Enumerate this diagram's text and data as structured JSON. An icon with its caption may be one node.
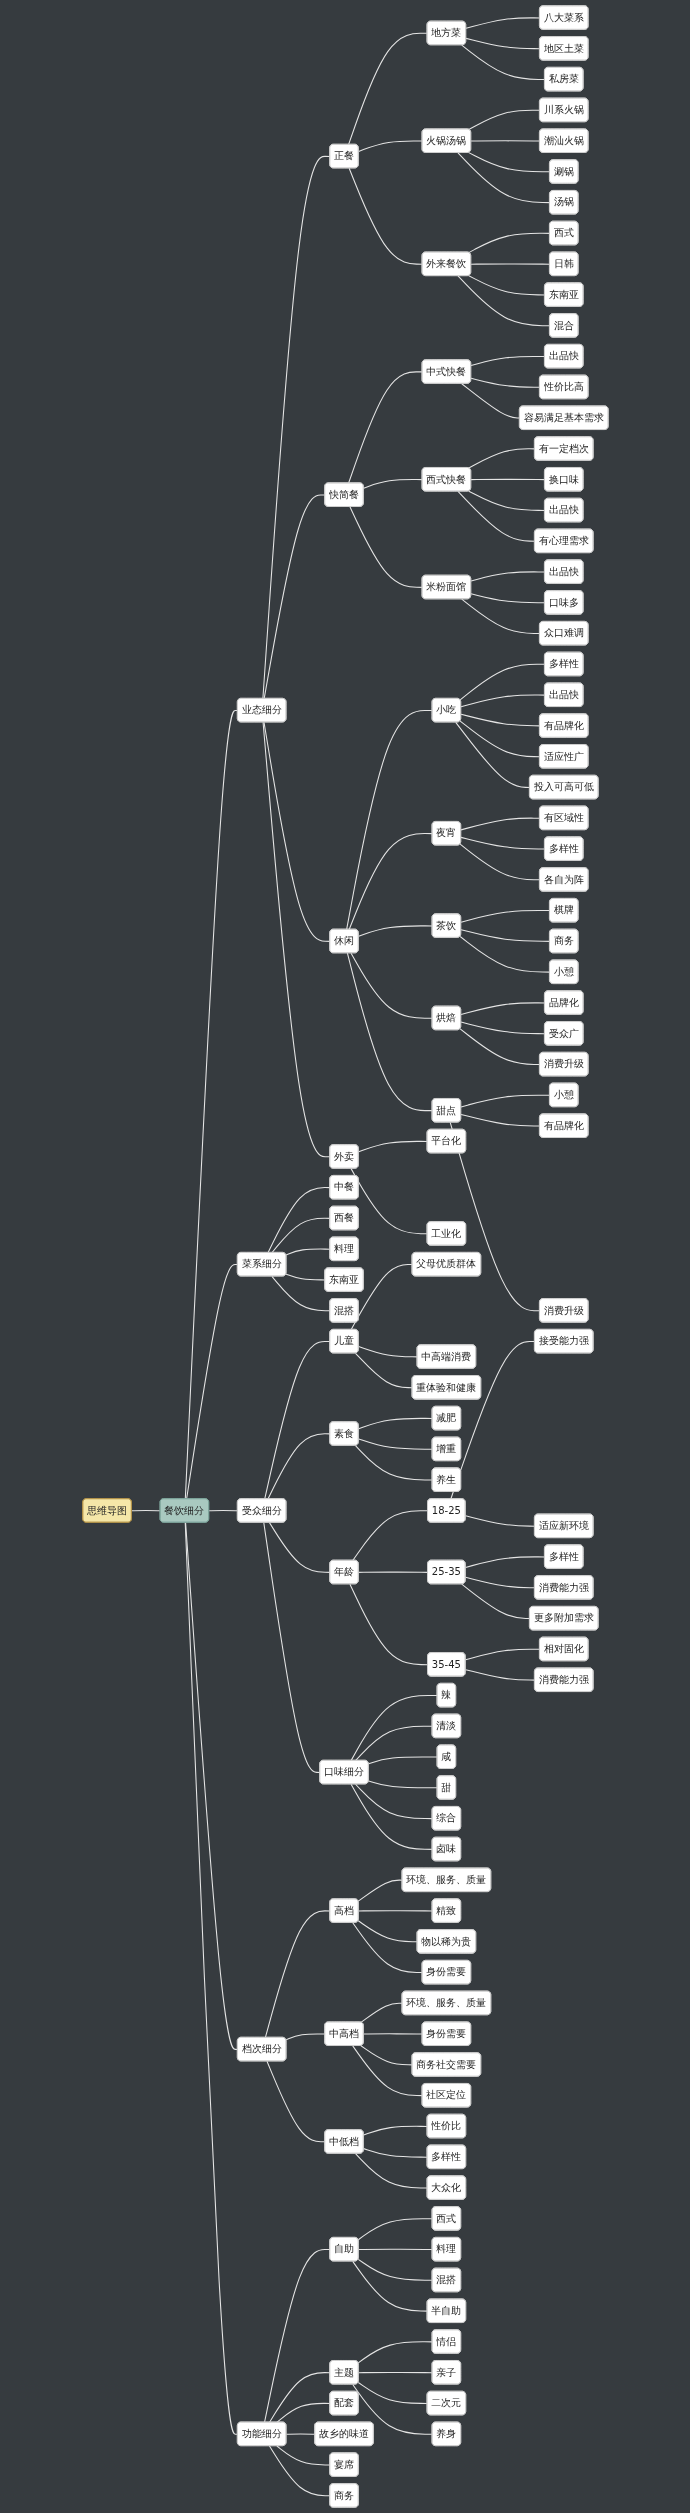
{
  "diagram": {
    "nodes": [
      {
        "text": [
          "思维导图"
        ]
      },
      {
        "text": [
          "餐饮细分"
        ]
      },
      {
        "text": [
          "业态细分"
        ]
      },
      {
        "text": [
          "正餐"
        ]
      },
      {
        "text": [
          "地方菜"
        ]
      },
      {
        "text": [
          "八大菜系"
        ]
      },
      {
        "text": [
          "地区土菜"
        ]
      },
      {
        "text": [
          "私房菜"
        ]
      },
      {
        "text": [
          "火锅汤锅"
        ]
      },
      {
        "text": [
          "川系火锅"
        ]
      },
      {
        "text": [
          "潮汕火锅"
        ]
      },
      {
        "text": [
          "涮锅"
        ]
      },
      {
        "text": [
          "汤锅"
        ]
      },
      {
        "text": [
          "外来餐饮"
        ]
      },
      {
        "text": [
          "西式"
        ]
      },
      {
        "text": [
          "日韩"
        ]
      },
      {
        "text": [
          "东南亚"
        ]
      },
      {
        "text": [
          "混合"
        ]
      },
      {
        "text": [
          "快简餐"
        ]
      },
      {
        "text": [
          "中式快餐"
        ]
      },
      {
        "text": [
          "出品快"
        ]
      },
      {
        "text": [
          "性价比高"
        ]
      },
      {
        "text": [
          "容易满足基本需求"
        ]
      },
      {
        "text": [
          "西式快餐"
        ]
      },
      {
        "text": [
          "有一定档次"
        ]
      },
      {
        "text": [
          "换口味"
        ]
      },
      {
        "text": [
          "出品快"
        ]
      },
      {
        "text": [
          "有心理需求"
        ]
      },
      {
        "text": [
          "米粉面馆"
        ]
      },
      {
        "text": [
          "出品快"
        ]
      },
      {
        "text": [
          "口味多"
        ]
      },
      {
        "text": [
          "众口难调"
        ]
      },
      {
        "text": [
          "休闲"
        ]
      },
      {
        "text": [
          "小吃"
        ]
      },
      {
        "text": [
          "多样性"
        ]
      },
      {
        "text": [
          "出品快"
        ]
      },
      {
        "text": [
          "有品牌化"
        ]
      },
      {
        "text": [
          "适应性广"
        ]
      },
      {
        "text": [
          "投入可高可低"
        ]
      },
      {
        "text": [
          "夜宵"
        ]
      },
      {
        "text": [
          "有区域性"
        ]
      },
      {
        "text": [
          "多样性"
        ]
      },
      {
        "text": [
          "各自为阵"
        ]
      },
      {
        "text": [
          "茶饮"
        ]
      },
      {
        "text": [
          "棋牌"
        ]
      },
      {
        "text": [
          "商务"
        ]
      },
      {
        "text": [
          "小憩"
        ]
      },
      {
        "text": [
          "烘焙"
        ]
      },
      {
        "text": [
          "品牌化"
        ]
      },
      {
        "text": [
          "受众广"
        ]
      },
      {
        "text": [
          "消费升级"
        ]
      },
      {
        "text": [
          "甜点"
        ]
      },
      {
        "text": [
          "小憩"
        ]
      },
      {
        "text": [
          "有品牌化"
        ]
      },
      {
        "text": [
          "消费升级"
        ]
      },
      {
        "text": [
          "外卖"
        ]
      },
      {
        "text": [
          "平台化"
        ]
      },
      {
        "text": [
          "工业化"
        ]
      },
      {
        "text": [
          "菜系细分"
        ]
      },
      {
        "text": [
          "中餐"
        ]
      },
      {
        "text": [
          "西餐"
        ]
      },
      {
        "text": [
          "料理"
        ]
      },
      {
        "text": [
          "东南亚"
        ]
      },
      {
        "text": [
          "混搭"
        ]
      },
      {
        "text": [
          "受众细分"
        ]
      },
      {
        "text": [
          "儿童"
        ]
      },
      {
        "text": [
          "父母优质群体"
        ]
      },
      {
        "text": [
          "中高端消费"
        ]
      },
      {
        "text": [
          "重体验和健康"
        ]
      },
      {
        "text": [
          "素食"
        ]
      },
      {
        "text": [
          "减肥"
        ]
      },
      {
        "text": [
          "增重"
        ]
      },
      {
        "text": [
          "养生"
        ]
      },
      {
        "text": [
          "年龄"
        ]
      },
      {
        "text": [
          "18-25"
        ]
      },
      {
        "text": [
          "接受能力强"
        ]
      },
      {
        "text": [
          "适应新环境"
        ]
      },
      {
        "text": [
          "25-35"
        ]
      },
      {
        "text": [
          "多样性"
        ]
      },
      {
        "text": [
          "消费能力强"
        ]
      },
      {
        "text": [
          "更多附加需求"
        ]
      },
      {
        "text": [
          "35-45"
        ]
      },
      {
        "text": [
          "相对固化"
        ]
      },
      {
        "text": [
          "消费能力强"
        ]
      },
      {
        "text": [
          "口味细分"
        ]
      },
      {
        "text": [
          "辣"
        ]
      },
      {
        "text": [
          "清淡"
        ]
      },
      {
        "text": [
          "咸"
        ]
      },
      {
        "text": [
          "甜"
        ]
      },
      {
        "text": [
          "综合"
        ]
      },
      {
        "text": [
          "卤味"
        ]
      },
      {
        "text": [
          "档次细分"
        ]
      },
      {
        "text": [
          "高档"
        ]
      },
      {
        "text": [
          "环境、服务、质量"
        ]
      },
      {
        "text": [
          "精致"
        ]
      },
      {
        "text": [
          "物以稀为贵"
        ]
      },
      {
        "text": [
          "身份需要"
        ]
      },
      {
        "text": [
          "中高档"
        ]
      },
      {
        "text": [
          "环境、服务、质量"
        ]
      },
      {
        "text": [
          "身份需要"
        ]
      },
      {
        "text": [
          "商务社交需要"
        ]
      },
      {
        "text": [
          "社区定位"
        ]
      },
      {
        "text": [
          "中低档"
        ]
      },
      {
        "text": [
          "性价比"
        ]
      },
      {
        "text": [
          "多样性"
        ]
      },
      {
        "text": [
          "大众化"
        ]
      },
      {
        "text": [
          "功能细分"
        ]
      },
      {
        "text": [
          "自助"
        ]
      },
      {
        "text": [
          "西式"
        ]
      },
      {
        "text": [
          "料理"
        ]
      },
      {
        "text": [
          "混搭"
        ]
      },
      {
        "text": [
          "半自助"
        ]
      },
      {
        "text": [
          "主题"
        ]
      },
      {
        "text": [
          "情侣"
        ]
      },
      {
        "text": [
          "亲子"
        ]
      },
      {
        "text": [
          "二次元"
        ]
      },
      {
        "text": [
          "养身"
        ]
      },
      {
        "text": [
          "配套"
        ]
      },
      {
        "text": [
          "故乡的味道"
        ]
      },
      {
        "text": [
          "宴席"
        ]
      },
      {
        "text": [
          "商务"
        ]
      }
    ],
    "edges": [
      {
        "from": 0,
        "to": 1,
        "arrow": "none"
      },
      {
        "from": 1,
        "to": 2,
        "arrow": "none"
      },
      {
        "from": 2,
        "to": 3,
        "arrow": "none"
      },
      {
        "from": 3,
        "to": 4,
        "arrow": "none"
      },
      {
        "from": 4,
        "to": 5,
        "arrow": "none"
      },
      {
        "from": 4,
        "to": 6,
        "arrow": "none"
      },
      {
        "from": 4,
        "to": 7,
        "arrow": "none"
      },
      {
        "from": 3,
        "to": 8,
        "arrow": "none"
      },
      {
        "from": 8,
        "to": 9,
        "arrow": "none"
      },
      {
        "from": 8,
        "to": 10,
        "arrow": "none"
      },
      {
        "from": 8,
        "to": 11,
        "arrow": "none"
      },
      {
        "from": 8,
        "to": 12,
        "arrow": "none"
      },
      {
        "from": 3,
        "to": 13,
        "arrow": "none"
      },
      {
        "from": 13,
        "to": 14,
        "arrow": "none"
      },
      {
        "from": 13,
        "to": 15,
        "arrow": "none"
      },
      {
        "from": 13,
        "to": 16,
        "arrow": "none"
      },
      {
        "from": 13,
        "to": 17,
        "arrow": "none"
      },
      {
        "from": 2,
        "to": 18,
        "arrow": "none"
      },
      {
        "from": 18,
        "to": 19,
        "arrow": "none"
      },
      {
        "from": 19,
        "to": 20,
        "arrow": "none"
      },
      {
        "from": 19,
        "to": 21,
        "arrow": "none"
      },
      {
        "from": 19,
        "to": 22,
        "arrow": "none"
      },
      {
        "from": 18,
        "to": 23,
        "arrow": "none"
      },
      {
        "from": 23,
        "to": 24,
        "arrow": "none"
      },
      {
        "from": 23,
        "to": 25,
        "arrow": "none"
      },
      {
        "from": 23,
        "to": 26,
        "arrow": "none"
      },
      {
        "from": 23,
        "to": 27,
        "arrow": "none"
      },
      {
        "from": 18,
        "to": 28,
        "arrow": "none"
      },
      {
        "from": 28,
        "to": 29,
        "arrow": "none"
      },
      {
        "from": 28,
        "to": 30,
        "arrow": "none"
      },
      {
        "from": 28,
        "to": 31,
        "arrow": "none"
      },
      {
        "from": 2,
        "to": 32,
        "arrow": "none"
      },
      {
        "from": 32,
        "to": 33,
        "arrow": "none"
      },
      {
        "from": 33,
        "to": 34,
        "arrow": "none"
      },
      {
        "from": 33,
        "to": 35,
        "arrow": "none"
      },
      {
        "from": 33,
        "to": 36,
        "arrow": "none"
      },
      {
        "from": 33,
        "to": 37,
        "arrow": "none"
      },
      {
        "from": 33,
        "to": 38,
        "arrow": "none"
      },
      {
        "from": 32,
        "to": 39,
        "arrow": "none"
      },
      {
        "from": 39,
        "to": 40,
        "arrow": "none"
      },
      {
        "from": 39,
        "to": 41,
        "arrow": "none"
      },
      {
        "from": 39,
        "to": 42,
        "arrow": "none"
      },
      {
        "from": 32,
        "to": 43,
        "arrow": "none"
      },
      {
        "from": 43,
        "to": 44,
        "arrow": "none"
      },
      {
        "from": 43,
        "to": 45,
        "arrow": "none"
      },
      {
        "from": 43,
        "to": 46,
        "arrow": "none"
      },
      {
        "from": 32,
        "to": 47,
        "arrow": "none"
      },
      {
        "from": 47,
        "to": 48,
        "arrow": "none"
      },
      {
        "from": 47,
        "to": 49,
        "arrow": "none"
      },
      {
        "from": 47,
        "to": 50,
        "arrow": "none"
      },
      {
        "from": 32,
        "to": 51,
        "arrow": "none"
      },
      {
        "from": 51,
        "to": 52,
        "arrow": "none"
      },
      {
        "from": 51,
        "to": 53,
        "arrow": "none"
      },
      {
        "from": 51,
        "to": 54,
        "arrow": "none"
      },
      {
        "from": 2,
        "to": 55,
        "arrow": "none"
      },
      {
        "from": 55,
        "to": 56,
        "arrow": "none"
      },
      {
        "from": 55,
        "to": 57,
        "arrow": "none"
      },
      {
        "from": 1,
        "to": 58,
        "arrow": "none"
      },
      {
        "from": 58,
        "to": 59,
        "arrow": "none"
      },
      {
        "from": 58,
        "to": 60,
        "arrow": "none"
      },
      {
        "from": 58,
        "to": 61,
        "arrow": "none"
      },
      {
        "from": 58,
        "to": 62,
        "arrow": "none"
      },
      {
        "from": 58,
        "to": 63,
        "arrow": "none"
      },
      {
        "from": 1,
        "to": 64,
        "arrow": "none"
      },
      {
        "from": 64,
        "to": 65,
        "arrow": "none"
      },
      {
        "from": 65,
        "to": 66,
        "arrow": "none"
      },
      {
        "from": 65,
        "to": 67,
        "arrow": "none"
      },
      {
        "from": 65,
        "to": 68,
        "arrow": "none"
      },
      {
        "from": 64,
        "to": 69,
        "arrow": "none"
      },
      {
        "from": 69,
        "to": 70,
        "arrow": "none"
      },
      {
        "from": 69,
        "to": 71,
        "arrow": "none"
      },
      {
        "from": 69,
        "to": 72,
        "arrow": "none"
      },
      {
        "from": 64,
        "to": 73,
        "arrow": "none"
      },
      {
        "from": 73,
        "to": 74,
        "arrow": "none"
      },
      {
        "from": 74,
        "to": 75,
        "arrow": "none"
      },
      {
        "from": 74,
        "to": 76,
        "arrow": "none"
      },
      {
        "from": 73,
        "to": 77,
        "arrow": "none"
      },
      {
        "from": 77,
        "to": 78,
        "arrow": "none"
      },
      {
        "from": 77,
        "to": 79,
        "arrow": "none"
      },
      {
        "from": 77,
        "to": 80,
        "arrow": "none"
      },
      {
        "from": 73,
        "to": 81,
        "arrow": "none"
      },
      {
        "from": 81,
        "to": 82,
        "arrow": "none"
      },
      {
        "from": 81,
        "to": 83,
        "arrow": "none"
      },
      {
        "from": 64,
        "to": 84,
        "arrow": "none"
      },
      {
        "from": 84,
        "to": 85,
        "arrow": "none"
      },
      {
        "from": 84,
        "to": 86,
        "arrow": "none"
      },
      {
        "from": 84,
        "to": 87,
        "arrow": "none"
      },
      {
        "from": 84,
        "to": 88,
        "arrow": "none"
      },
      {
        "from": 84,
        "to": 89,
        "arrow": "none"
      },
      {
        "from": 84,
        "to": 90,
        "arrow": "none"
      },
      {
        "from": 1,
        "to": 91,
        "arrow": "none"
      },
      {
        "from": 91,
        "to": 92,
        "arrow": "none"
      },
      {
        "from": 92,
        "to": 93,
        "arrow": "none"
      },
      {
        "from": 92,
        "to": 94,
        "arrow": "none"
      },
      {
        "from": 92,
        "to": 95,
        "arrow": "none"
      },
      {
        "from": 92,
        "to": 96,
        "arrow": "none"
      },
      {
        "from": 91,
        "to": 97,
        "arrow": "none"
      },
      {
        "from": 97,
        "to": 98,
        "arrow": "none"
      },
      {
        "from": 97,
        "to": 99,
        "arrow": "none"
      },
      {
        "from": 97,
        "to": 100,
        "arrow": "none"
      },
      {
        "from": 97,
        "to": 101,
        "arrow": "none"
      },
      {
        "from": 91,
        "to": 102,
        "arrow": "none"
      },
      {
        "from": 102,
        "to": 103,
        "arrow": "none"
      },
      {
        "from": 102,
        "to": 104,
        "arrow": "none"
      },
      {
        "from": 102,
        "to": 105,
        "arrow": "none"
      },
      {
        "from": 1,
        "to": 106,
        "arrow": "none"
      },
      {
        "from": 106,
        "to": 107,
        "arrow": "none"
      },
      {
        "from": 107,
        "to": 108,
        "arrow": "none"
      },
      {
        "from": 107,
        "to": 109,
        "arrow": "none"
      },
      {
        "from": 107,
        "to": 110,
        "arrow": "none"
      },
      {
        "from": 107,
        "to": 111,
        "arrow": "none"
      },
      {
        "from": 106,
        "to": 112,
        "arrow": "none"
      },
      {
        "from": 112,
        "to": 113,
        "arrow": "none"
      },
      {
        "from": 112,
        "to": 114,
        "arrow": "none"
      },
      {
        "from": 112,
        "to": 115,
        "arrow": "none"
      },
      {
        "from": 112,
        "to": 116,
        "arrow": "none"
      },
      {
        "from": 106,
        "to": 117,
        "arrow": "none"
      },
      {
        "from": 106,
        "to": 118,
        "arrow": "none"
      },
      {
        "from": 106,
        "to": 119,
        "arrow": "none"
      },
      {
        "from": 106,
        "to": 120,
        "arrow": "none"
      }
    ]
  }
}
